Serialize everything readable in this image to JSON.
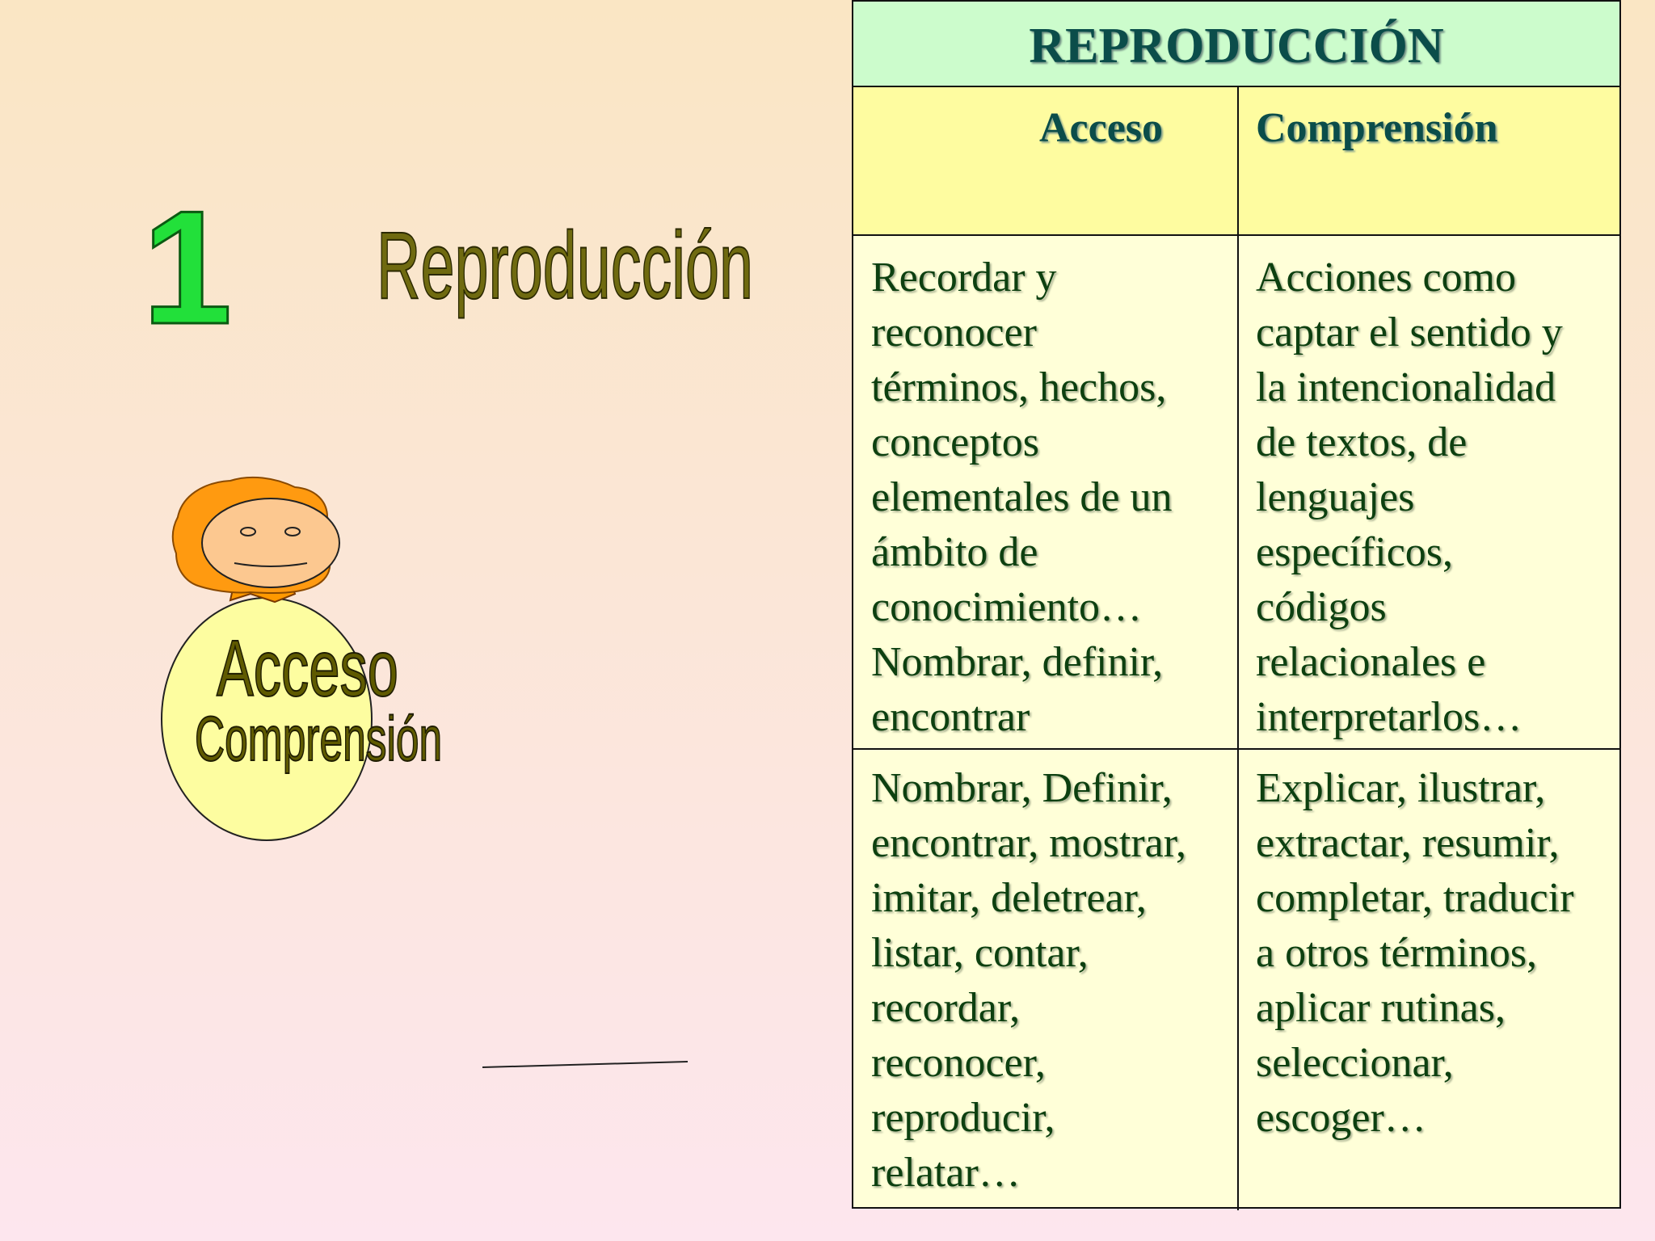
{
  "slide": {
    "number": "1",
    "title": "Reproducción"
  },
  "figure": {
    "label_top": "Acceso",
    "label_bottom": "Comprensión"
  },
  "table": {
    "header": "REPRODUCCIÓN",
    "columns": [
      "Acceso",
      "Comprensión"
    ],
    "rows": [
      {
        "acceso": "Recordar y\nreconocer\ntérminos, hechos,\nconceptos\nelementales de un\námbito de\nconocimiento…\nNombrar, definir,\nencontrar",
        "comprension": "Acciones como\ncaptar el sentido y\nla intencionalidad\nde textos, de\nlenguajes\nespecíficos,\ncódigos\nrelacionales e\ninterpretarlos…"
      },
      {
        "acceso": "Nombrar, Definir,\nencontrar, mostrar,\nimitar, deletrear,\nlistar, contar,\nrecordar,\nreconocer,\nreproducir,\nrelatar…",
        "comprension": "Explicar, ilustrar,\nextractar, resumir,\ncompletar, traducir\na otros términos,\naplicar rutinas,\nseleccionar,\nescoger…"
      }
    ]
  },
  "colors": {
    "number": "#22e03a",
    "title": "#6f6a10",
    "header_bg": "#ccfccc",
    "subheader_bg": "#fefca0",
    "cell_bg": "#ffffd8",
    "cell_text": "#0d4010",
    "hair": "#ff9900",
    "face": "#fcc890",
    "body": "#fdfda0"
  }
}
